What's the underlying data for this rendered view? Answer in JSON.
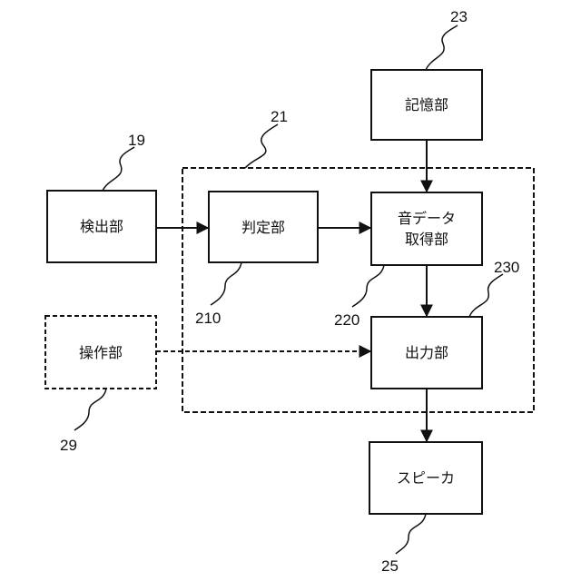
{
  "blocks": {
    "memory": {
      "label": "記憶部",
      "ref": "23"
    },
    "detector": {
      "label": "検出部",
      "ref": "19"
    },
    "judge": {
      "label": "判定部",
      "ref": "210"
    },
    "sound_data": {
      "label_line1": "音データ",
      "label_line2": "取得部",
      "ref": "220"
    },
    "operation": {
      "label": "操作部",
      "ref": "29"
    },
    "output": {
      "label": "出力部",
      "ref": "230"
    },
    "speaker": {
      "label": "スピーカ",
      "ref": "25"
    }
  },
  "group": {
    "ref": "21"
  }
}
